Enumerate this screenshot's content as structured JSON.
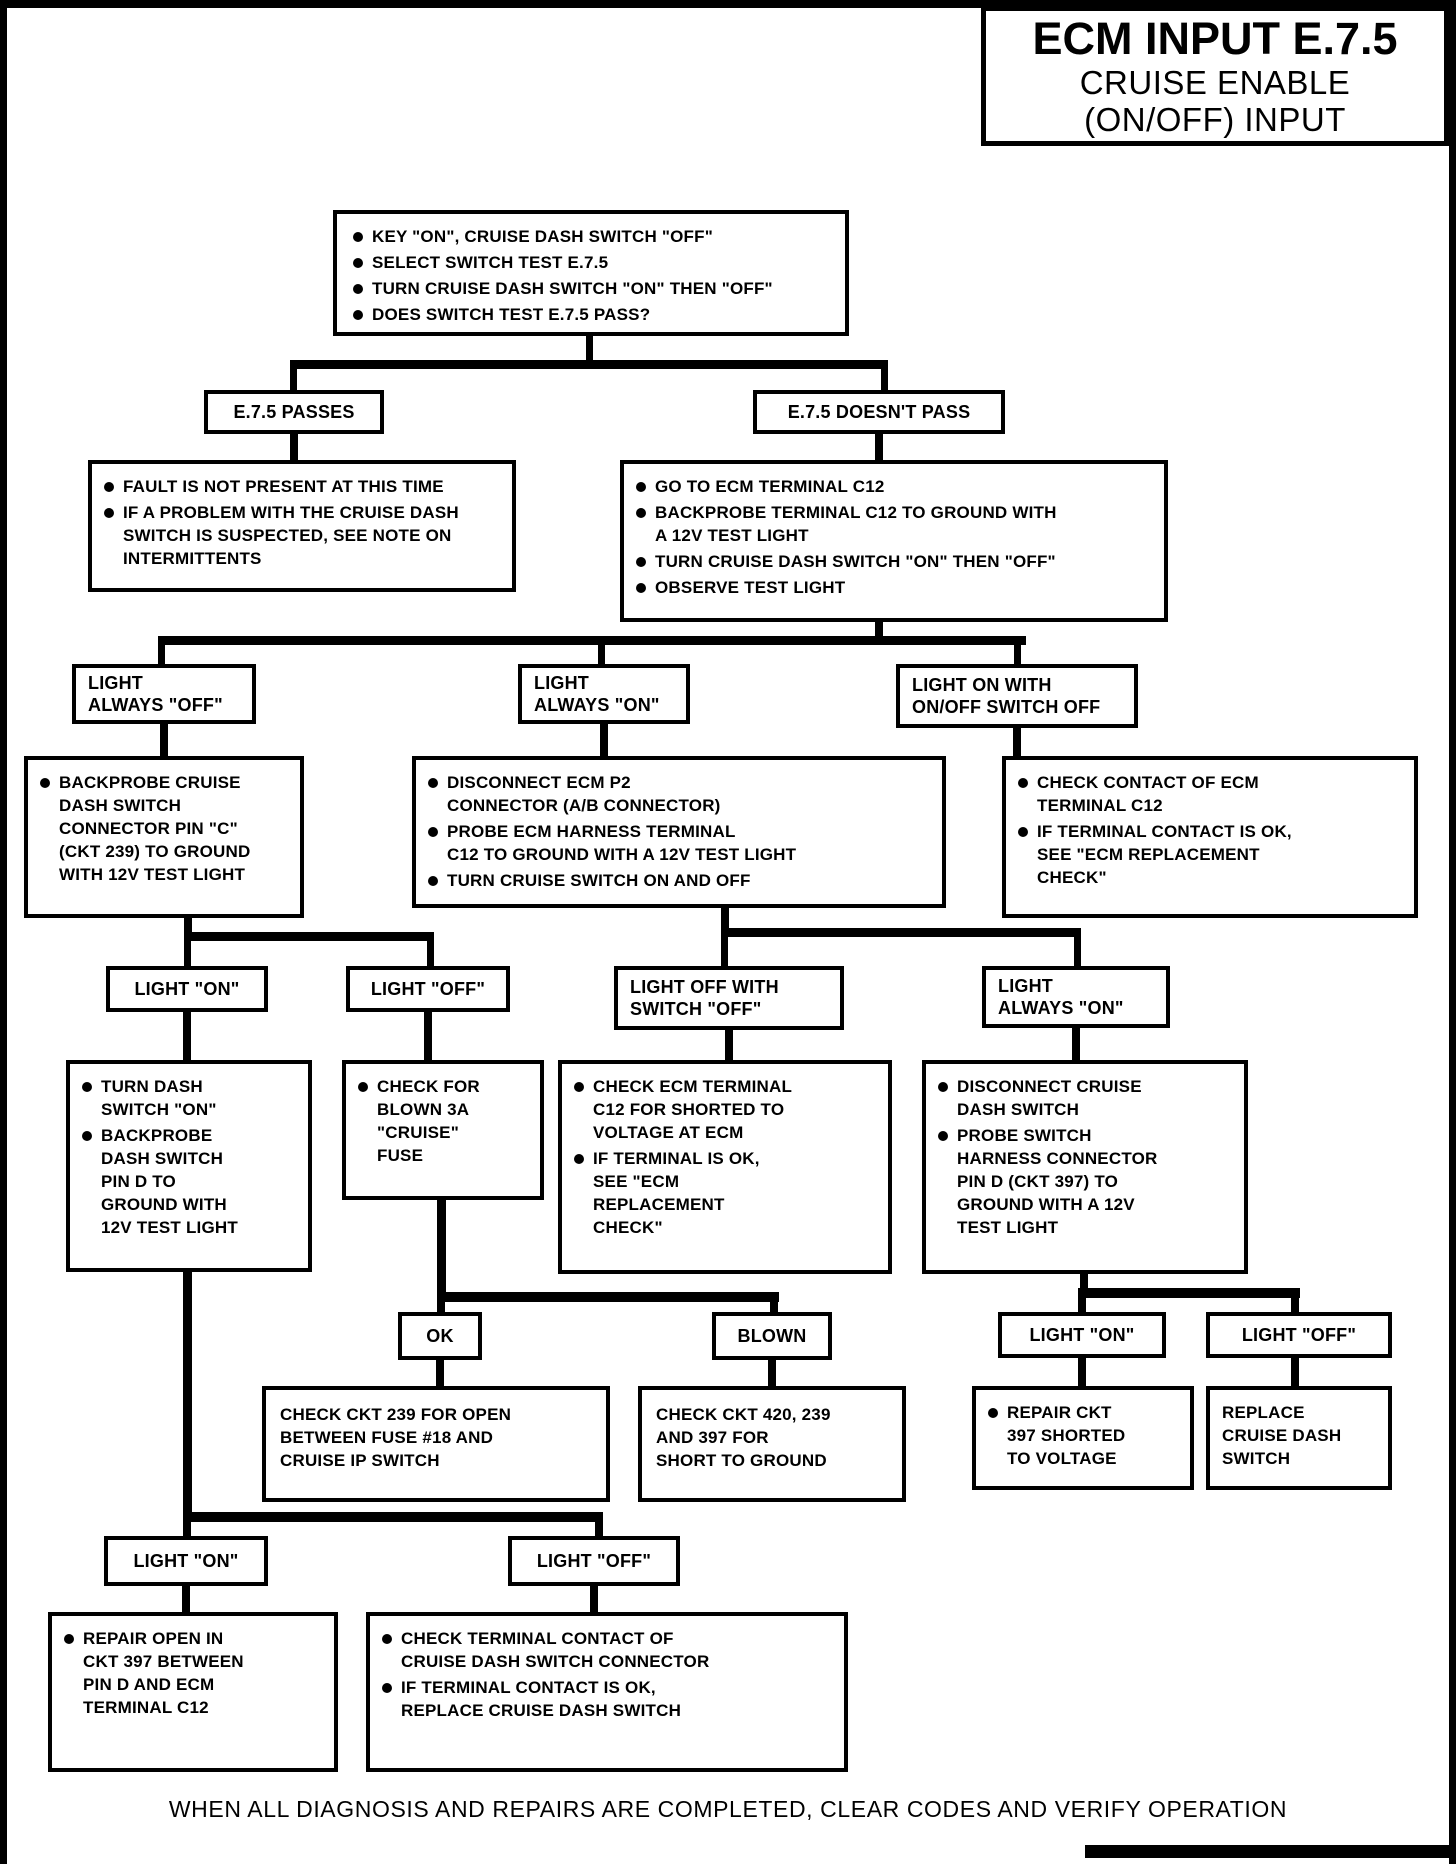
{
  "title": {
    "line1": "ECM INPUT E.7.5",
    "line2": "CRUISE ENABLE",
    "line3": "(ON/OFF) INPUT"
  },
  "nodes": {
    "start": {
      "items": [
        "KEY \"ON\", CRUISE DASH SWITCH \"OFF\"",
        "SELECT SWITCH TEST E.7.5",
        "TURN CRUISE DASH SWITCH \"ON\" THEN \"OFF\"",
        "DOES SWITCH TEST E.7.5 PASS?"
      ]
    },
    "passes": {
      "label": "E.7.5 PASSES"
    },
    "doesnt_pass": {
      "label": "E.7.5 DOESN'T PASS"
    },
    "passes_action": {
      "items": [
        "FAULT IS NOT PRESENT AT THIS TIME",
        "IF A PROBLEM WITH THE CRUISE DASH\nSWITCH IS SUSPECTED, SEE NOTE ON\nINTERMITTENTS"
      ]
    },
    "doesnt_pass_action": {
      "items": [
        "GO TO ECM TERMINAL C12",
        "BACKPROBE TERMINAL C12 TO GROUND WITH\nA 12V TEST LIGHT",
        "TURN CRUISE DASH SWITCH \"ON\" THEN \"OFF\"",
        "OBSERVE TEST LIGHT"
      ]
    },
    "light_always_off": {
      "label": "LIGHT\nALWAYS \"OFF\""
    },
    "light_always_on": {
      "label": "LIGHT\nALWAYS \"ON\""
    },
    "light_on_with_switch_off": {
      "label": "LIGHT ON WITH\nON/OFF SWITCH OFF"
    },
    "backprobe_pin_c": {
      "items": [
        "BACKPROBE CRUISE\nDASH SWITCH\nCONNECTOR PIN \"C\"\n(CKT 239) TO GROUND\nWITH 12V TEST LIGHT"
      ]
    },
    "disconnect_ecm_p2": {
      "items": [
        "DISCONNECT ECM P2\nCONNECTOR (A/B CONNECTOR)",
        "PROBE ECM HARNESS TERMINAL\nC12 TO GROUND WITH A 12V TEST LIGHT",
        "TURN CRUISE SWITCH ON AND OFF"
      ]
    },
    "check_contact_c12": {
      "items": [
        "CHECK CONTACT OF ECM\nTERMINAL C12",
        "IF TERMINAL CONTACT IS OK,\nSEE \"ECM REPLACEMENT\nCHECK\""
      ]
    },
    "light_on_1": {
      "label": "LIGHT \"ON\""
    },
    "light_off_1": {
      "label": "LIGHT \"OFF\""
    },
    "light_off_with_switch_off": {
      "label": "LIGHT OFF WITH\nSWITCH \"OFF\""
    },
    "light_always_on_2": {
      "label": "LIGHT\nALWAYS \"ON\""
    },
    "turn_dash_switch_on": {
      "items": [
        "TURN DASH\nSWITCH \"ON\"",
        "BACKPROBE\nDASH SWITCH\nPIN D TO\nGROUND WITH\n12V TEST LIGHT"
      ]
    },
    "check_fuse": {
      "items": [
        "CHECK FOR\nBLOWN 3A\n\"CRUISE\"\nFUSE"
      ]
    },
    "check_c12_shorted": {
      "items": [
        "CHECK ECM TERMINAL\nC12 FOR SHORTED TO\nVOLTAGE AT ECM",
        "IF TERMINAL IS OK,\nSEE \"ECM\nREPLACEMENT\nCHECK\""
      ]
    },
    "disconnect_cruise_switch": {
      "items": [
        "DISCONNECT CRUISE\nDASH SWITCH",
        "PROBE SWITCH\nHARNESS CONNECTOR\nPIN D (CKT 397) TO\nGROUND WITH A 12V\nTEST LIGHT"
      ]
    },
    "ok": {
      "label": "OK"
    },
    "blown": {
      "label": "BLOWN"
    },
    "check_ckt_239_open": {
      "text": "CHECK CKT 239 FOR OPEN\nBETWEEN FUSE #18 AND\nCRUISE IP SWITCH"
    },
    "check_ckt_short_ground": {
      "text": "CHECK CKT 420, 239\nAND 397 FOR\nSHORT TO GROUND"
    },
    "light_on_2": {
      "label": "LIGHT \"ON\""
    },
    "light_off_2": {
      "label": "LIGHT \"OFF\""
    },
    "repair_ckt_397_voltage": {
      "items": [
        "REPAIR CKT\n397 SHORTED\nTO VOLTAGE"
      ]
    },
    "replace_cruise_dash_switch": {
      "text": "REPLACE\nCRUISE DASH\nSWITCH"
    },
    "light_on_3": {
      "label": "LIGHT \"ON\""
    },
    "light_off_3": {
      "label": "LIGHT \"OFF\""
    },
    "repair_open_ckt_397": {
      "items": [
        "REPAIR OPEN IN\nCKT 397 BETWEEN\nPIN D AND ECM\nTERMINAL C12"
      ]
    },
    "check_terminal_contact": {
      "items": [
        "CHECK TERMINAL CONTACT OF\nCRUISE DASH SWITCH CONNECTOR",
        "IF TERMINAL CONTACT IS OK,\nREPLACE CRUISE DASH SWITCH"
      ]
    }
  },
  "footer": "WHEN ALL DIAGNOSIS AND REPAIRS ARE COMPLETED, CLEAR CODES AND VERIFY OPERATION",
  "colors": {
    "ink": "#000000",
    "paper": "#ffffff"
  }
}
